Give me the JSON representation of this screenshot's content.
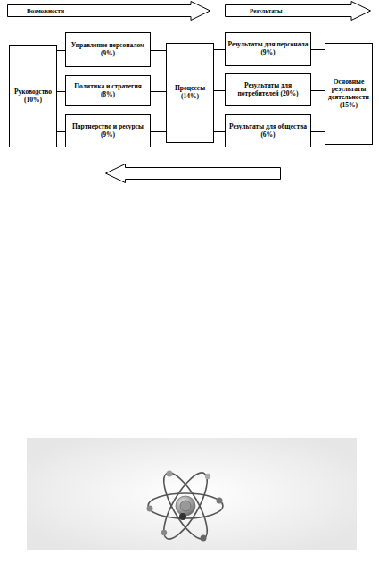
{
  "diagram": {
    "nodes": [
      {
        "text": [
          "Возможности"
        ]
      },
      {
        "text": [
          "Результаты"
        ]
      },
      {
        "text": [
          "Руководство (10%)"
        ]
      },
      {
        "text": [
          "Управление персоналом (9%)"
        ]
      },
      {
        "text": [
          "Политика и стратегия (8%)"
        ]
      },
      {
        "text": [
          "Партнерство и ресурсы (9%)"
        ]
      },
      {
        "text": [
          "Процессы (14%)"
        ]
      },
      {
        "text": [
          "Результаты для персонала (9%)"
        ]
      },
      {
        "text": [
          "Результаты для потребителей (20%)"
        ]
      },
      {
        "text": [
          "Результаты для общества (6%)"
        ]
      },
      {
        "text": [
          "Основные результаты деятельности (15%)"
        ]
      }
    ],
    "edges": [
      {
        "from": 2,
        "to": 3,
        "arrow": "none"
      },
      {
        "from": 2,
        "to": 4,
        "arrow": "none"
      },
      {
        "from": 2,
        "to": 5,
        "arrow": "none"
      },
      {
        "from": 3,
        "to": 6,
        "arrow": "none"
      },
      {
        "from": 4,
        "to": 6,
        "arrow": "none"
      },
      {
        "from": 5,
        "to": 6,
        "arrow": "none"
      },
      {
        "from": 6,
        "to": 7,
        "arrow": "none"
      },
      {
        "from": 6,
        "to": 8,
        "arrow": "none"
      },
      {
        "from": 6,
        "to": 9,
        "arrow": "none"
      },
      {
        "from": 7,
        "to": 10,
        "arrow": "none"
      },
      {
        "from": 8,
        "to": 10,
        "arrow": "none"
      },
      {
        "from": 9,
        "to": 10,
        "arrow": "none"
      }
    ]
  }
}
